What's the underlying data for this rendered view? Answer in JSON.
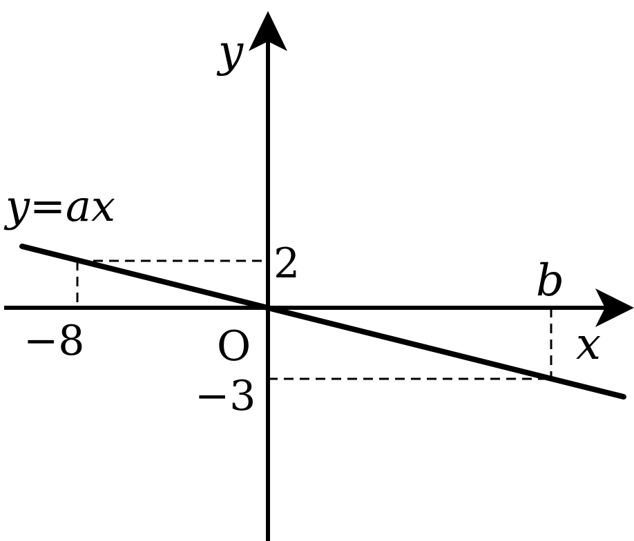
{
  "diagram": {
    "line_equation": "y=ax",
    "x_axis_label": "x",
    "y_axis_label": "y",
    "origin_label": "O",
    "point_left": {
      "x_label": "−8",
      "y_label": "2"
    },
    "point_right": {
      "x_label": "b",
      "y_label": "−3"
    }
  },
  "colors": {
    "stroke": "#000000",
    "background": "#ffffff"
  }
}
